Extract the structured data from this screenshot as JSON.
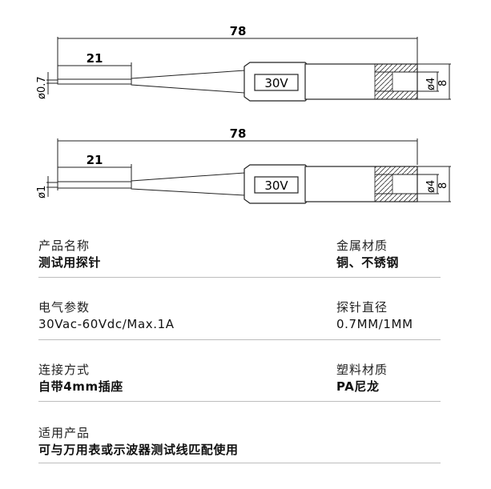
{
  "drawings": [
    {
      "total_length": "78",
      "tip_length": "21",
      "tip_diameter": "ø0.7",
      "voltage": "30V",
      "inner_diameter": "ø4",
      "outer_diameter": "8"
    },
    {
      "total_length": "78",
      "tip_length": "21",
      "tip_diameter": "ø1",
      "voltage": "30V",
      "inner_diameter": "ø4",
      "outer_diameter": "8"
    }
  ],
  "specs": {
    "product_name": {
      "label": "产品名称",
      "value": "测试用探针"
    },
    "metal_material": {
      "label": "金属材质",
      "value": "铜、不锈钢"
    },
    "electrical": {
      "label": "电气参数",
      "value": "30Vac-60Vdc/Max.1A"
    },
    "probe_diameter": {
      "label": "探针直径",
      "value": "0.7MM/1MM"
    },
    "connection": {
      "label": "连接方式",
      "value": "自带4mm插座"
    },
    "plastic_material": {
      "label": "塑料材质",
      "value": "PA尼龙"
    },
    "compatible": {
      "label": "适用产品",
      "value": "可与万用表或示波器测试线匹配使用"
    }
  }
}
